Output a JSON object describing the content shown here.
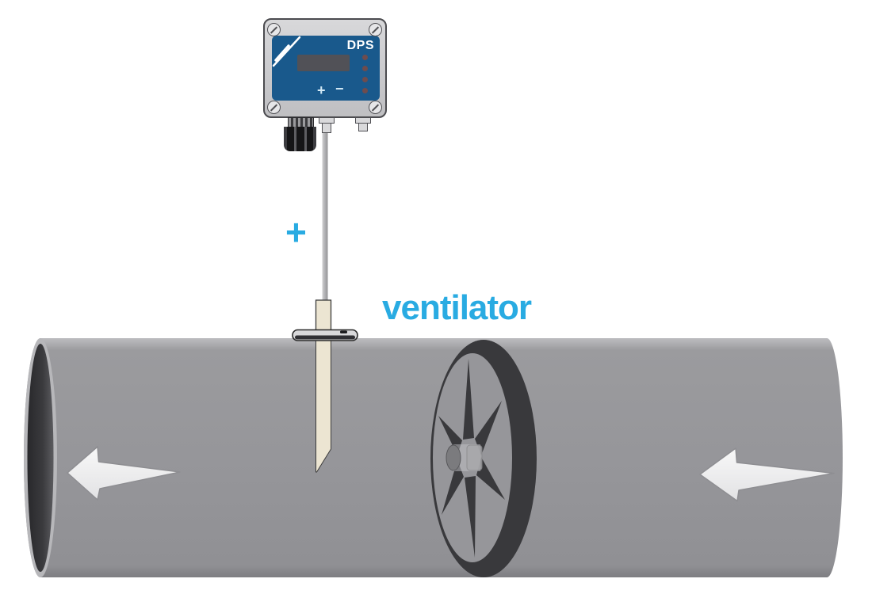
{
  "labels": {
    "ventilator": "ventilator",
    "probe_plus": "+"
  },
  "device": {
    "model": "DPS",
    "plus": "+",
    "minus": "−",
    "led_count": 4
  },
  "colors": {
    "accent-cyan": "#29abe2",
    "faceplate-blue": "#19598c",
    "duct-gray": "#96969a",
    "fan-dark": "#39393c",
    "probe-cream": "#ece5d2",
    "arrow-light": "#f0f0f0",
    "housing-gray": "#cdced0",
    "pipe-interior-dark": "#2c2c2f"
  }
}
